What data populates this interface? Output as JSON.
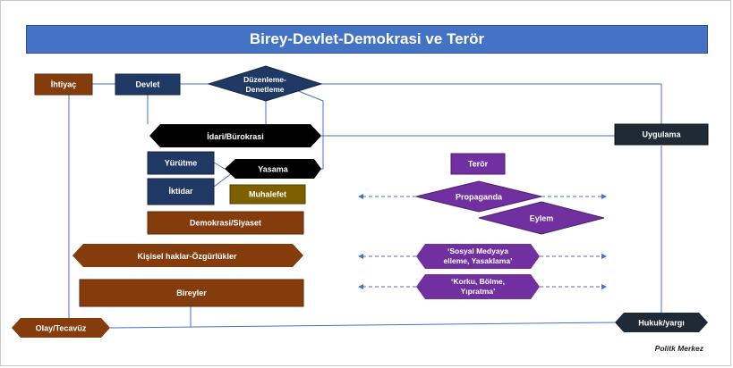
{
  "title": "Birey-Devlet-Demokrasi ve Terör",
  "footer": "Politk Merkez",
  "colors": {
    "title_bar": "#4472c4",
    "navy": "#203864",
    "brown": "#843c0c",
    "olive": "#7f6000",
    "black": "#000000",
    "purple": "#7030a0",
    "line": "#4472c4"
  },
  "nodes": {
    "ihtiyac": "İhtiyaç",
    "devlet": "Devlet",
    "duzenleme_1": "Düzenleme-",
    "duzenleme_2": "Denetleme",
    "idari": "İdari/Bürokrasi",
    "uygulama": "Uygulama",
    "yurutme": "Yürütme",
    "yasama": "Yasama",
    "iktidar": "İktidar",
    "muhalefet": "Muhalefet",
    "demokrasi": "Demokrasi/Siyaset",
    "kisisel": "Kişisel haklar-Özgürlükler",
    "bireyler": "Bireyler",
    "olay": "Olay/Tecavüz",
    "hukuk": "Hukuk/yargı",
    "teror": "Terör",
    "propaganda": "Propaganda",
    "eylem": "Eylem",
    "sosyal_1": "‘Sosyal Medyaya",
    "sosyal_2": "elleme, Yasaklama’",
    "korku_1": "‘Korku, Bölme,",
    "korku_2": "Yıpratma’"
  }
}
